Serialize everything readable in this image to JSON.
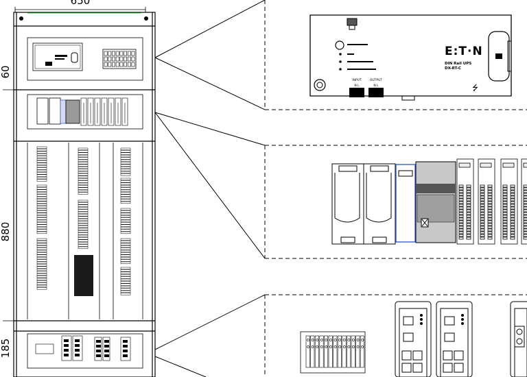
{
  "dimensions": {
    "top_width": "650",
    "section_top": "60",
    "section_middle": "880",
    "section_bottom": "185"
  },
  "ups": {
    "brand": "E:T·N",
    "model_line1": "DIN Rail UPS",
    "model_line2": "DX-RT-C",
    "input_label": "INPUT",
    "output_label": "OUTPUT",
    "terminal_label": "N L"
  },
  "colors": {
    "line": "#000000",
    "accent_green": "#2ecc40",
    "accent_blue": "#3a5fcd",
    "module_gray": "#8f8f8f",
    "dark_block": "#1a1a1a"
  },
  "icons": [
    "usb-icon",
    "led-icon",
    "terminal-block-icon",
    "ethernet-port-icon"
  ]
}
